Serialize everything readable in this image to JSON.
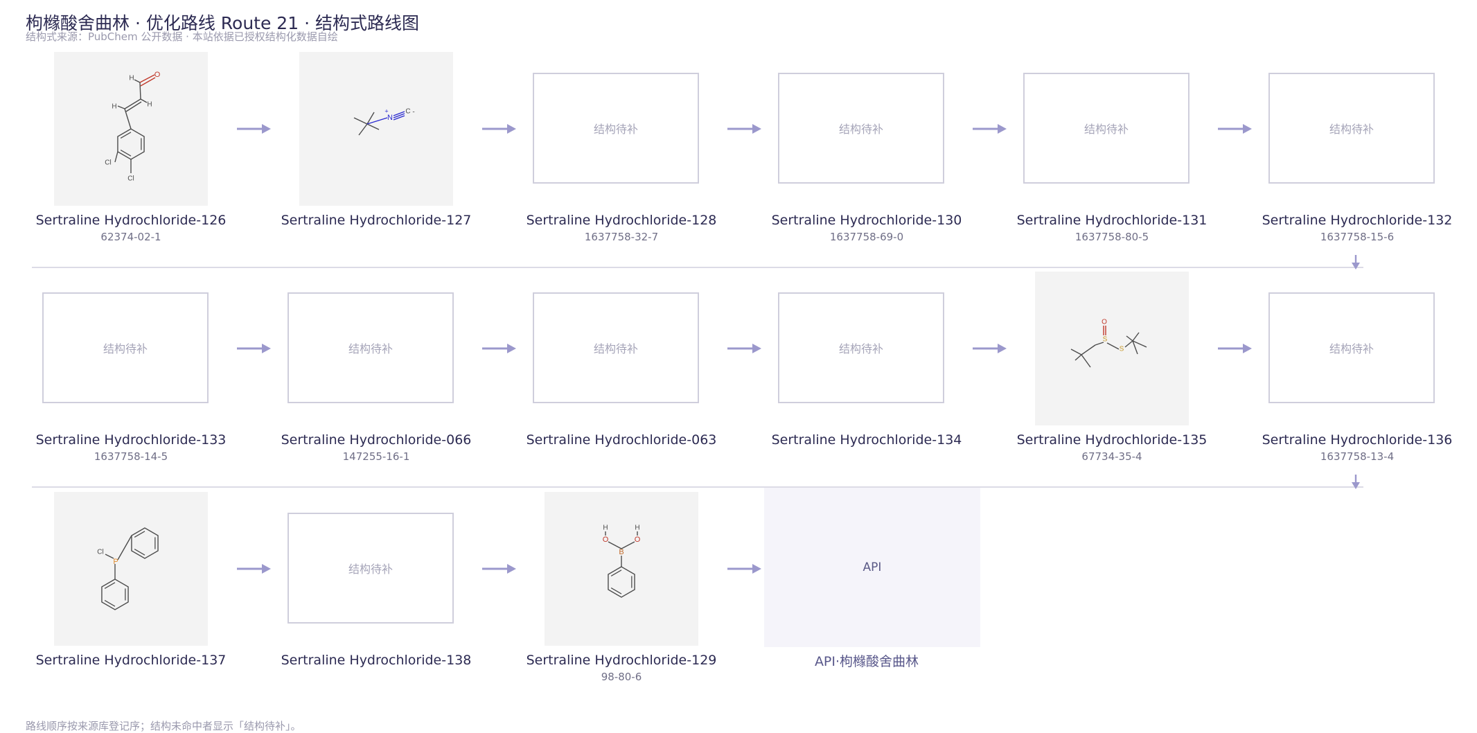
{
  "header": {
    "title": "枸橼酸舍曲林 · 优化路线 Route 21 · 结构式路线图",
    "subtitle": "结构式来源：PubChem 公开数据 · 本站依据已授权结构化数据自绘"
  },
  "footer": "路线顺序按来源库登记序；结构未命中者显示「结构待补」。",
  "placeholder_text": "结构待补",
  "colors": {
    "accent": "#9b98cc",
    "text": "#2c2a52",
    "muted": "#9a99ad",
    "card_bg": "#f3f3f3",
    "api_bg": "#f5f4fa"
  },
  "rows": [
    [
      {
        "name": "Sertraline Hydrochloride-126",
        "cas": "62374-02-1",
        "structure": "dichlorocinnamaldehyde"
      },
      {
        "name": "Sertraline Hydrochloride-127",
        "cas": "",
        "structure": "tert-butyl-isocyanide"
      },
      {
        "name": "Sertraline Hydrochloride-128",
        "cas": "1637758-32-7",
        "structure": "placeholder"
      },
      {
        "name": "Sertraline Hydrochloride-130",
        "cas": "1637758-69-0",
        "structure": "placeholder"
      },
      {
        "name": "Sertraline Hydrochloride-131",
        "cas": "1637758-80-5",
        "structure": "placeholder"
      },
      {
        "name": "Sertraline Hydrochloride-132",
        "cas": "1637758-15-6",
        "structure": "placeholder"
      }
    ],
    [
      {
        "name": "Sertraline Hydrochloride-133",
        "cas": "1637758-14-5",
        "structure": "placeholder"
      },
      {
        "name": "Sertraline Hydrochloride-066",
        "cas": "147255-16-1",
        "structure": "placeholder"
      },
      {
        "name": "Sertraline Hydrochloride-063",
        "cas": "",
        "structure": "placeholder"
      },
      {
        "name": "Sertraline Hydrochloride-134",
        "cas": "",
        "structure": "placeholder"
      },
      {
        "name": "Sertraline Hydrochloride-135",
        "cas": "67734-35-4",
        "structure": "di-tert-butyl-thiosulfinate"
      },
      {
        "name": "Sertraline Hydrochloride-136",
        "cas": "1637758-13-4",
        "structure": "placeholder"
      }
    ],
    [
      {
        "name": "Sertraline Hydrochloride-137",
        "cas": "",
        "structure": "chlorodiphenylphosphine"
      },
      {
        "name": "Sertraline Hydrochloride-138",
        "cas": "",
        "structure": "placeholder"
      },
      {
        "name": "Sertraline Hydrochloride-129",
        "cas": "98-80-6",
        "structure": "phenylboronic-acid"
      },
      {
        "name": "API·枸橼酸舍曲林",
        "cas": "",
        "structure": "api",
        "box_label": "API"
      }
    ]
  ],
  "structure_labels": {
    "dichlorocinnamaldehyde": {
      "o": "O",
      "h1": "H",
      "h2": "H",
      "h3": "H",
      "cl1": "Cl",
      "cl2": "Cl"
    },
    "tert-butyl-isocyanide": {
      "n": "N",
      "c": "C",
      "plus": "+",
      "minus": "-"
    },
    "di-tert-butyl-thiosulfinate": {
      "o": "O",
      "s1": "S",
      "s2": "S"
    },
    "chlorodiphenylphosphine": {
      "cl": "Cl",
      "p": "P"
    },
    "phenylboronic-acid": {
      "b": "B",
      "o1": "O",
      "o2": "O",
      "h1": "H",
      "h2": "H"
    }
  }
}
